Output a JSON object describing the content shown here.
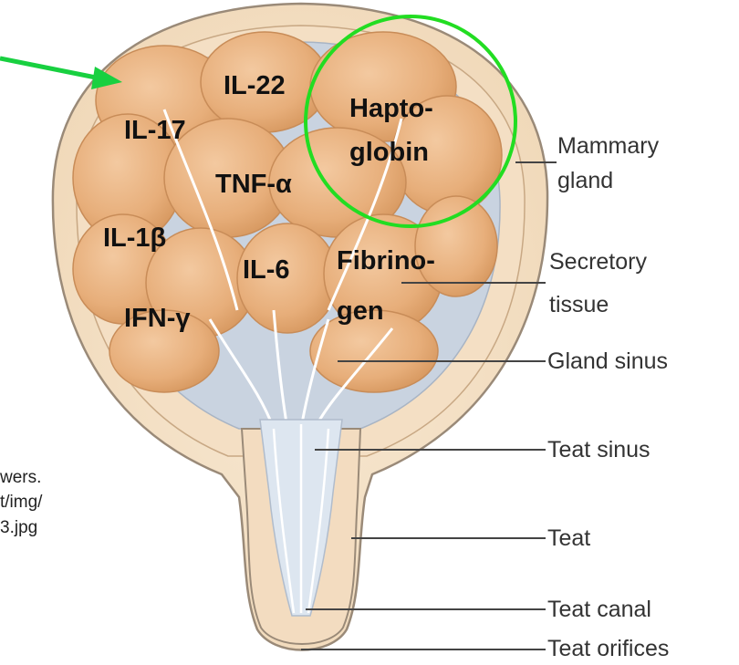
{
  "markers": {
    "il22": "IL-22",
    "il17": "IL-17",
    "tnfa": "TNF-α",
    "il1b": "IL-1β",
    "il6": "IL-6",
    "ifng": "IFN-γ",
    "hapto_1": "Hapto-",
    "hapto_2": "globin",
    "fibrino_1": "Fibrino-",
    "fibrino_2": "gen"
  },
  "labels": {
    "mammary_1": "Mammary",
    "mammary_2": "gland",
    "secretory_1": "Secretory",
    "secretory_2": "tissue",
    "gland_sinus": "Gland sinus",
    "teat_sinus": "Teat sinus",
    "teat": "Teat",
    "teat_canal": "Teat canal",
    "teat_orifices": "Teat orifices"
  },
  "source_fragment": {
    "line1": "wers.",
    "line2": "t/img/",
    "line3": "3.jpg"
  },
  "colors": {
    "highlight_circle": "#22dd22",
    "arrow": "#18d040",
    "tissue": "#e9b27e",
    "outline": "#9a8a78",
    "leader_lines": "#444444"
  }
}
